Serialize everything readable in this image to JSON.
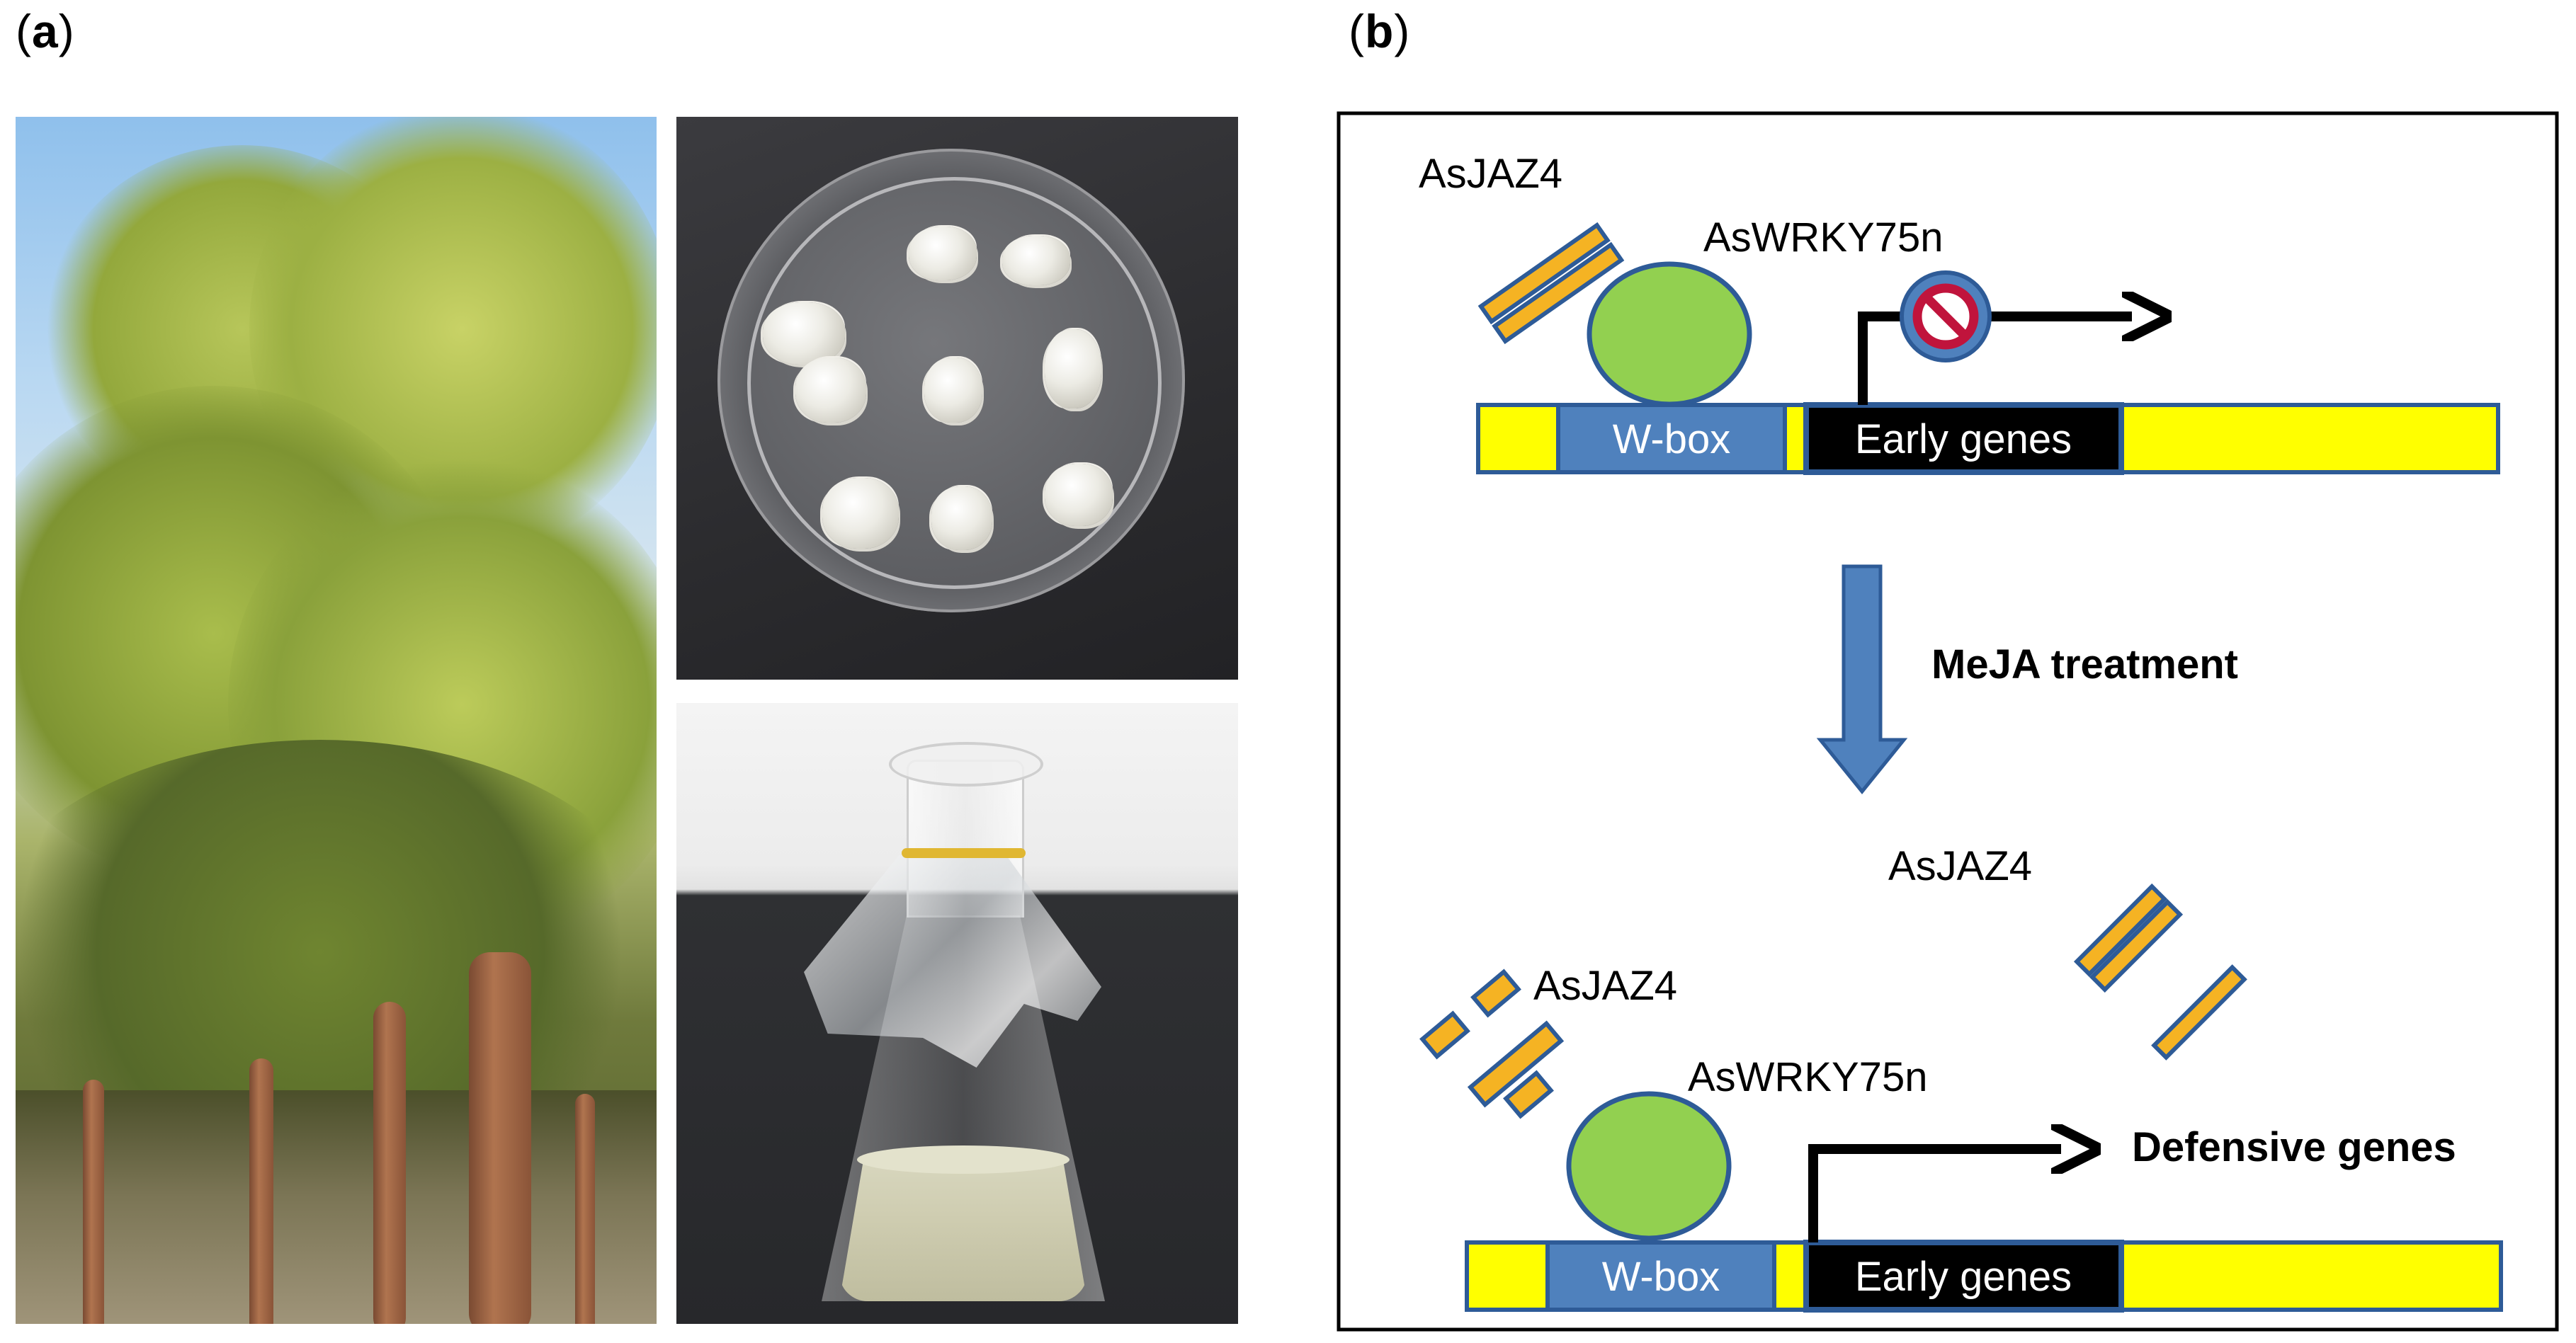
{
  "panel_a": {
    "label": "(a)",
    "label_letter": "a",
    "photos": [
      "tree-photo",
      "petri-dish-callus-photo",
      "flask-suspension-culture-photo"
    ]
  },
  "panel_b": {
    "label": "(b)",
    "label_letter": "b",
    "top": {
      "jaz_label": "AsJAZ4",
      "wrky_label": "AsWRKY75n",
      "wbox_label": "W-box",
      "early_label": "Early genes"
    },
    "treatment_label": "MeJA treatment",
    "bottom": {
      "jaz_label_right": "AsJAZ4",
      "jaz_label_left": "AsJAZ4",
      "wrky_label": "AsWRKY75n",
      "defensive_label": "Defensive genes",
      "wbox_label": "W-box",
      "early_label": "Early genes"
    },
    "colors": {
      "gene_bar": "#ffff00",
      "gene_bar_border": "#2e5b97",
      "wbox_fill": "#4f81bd",
      "early_fill": "#000000",
      "wrky_fill": "#92d050",
      "jaz_fill": "#f5b323",
      "arrow_fill": "#4f81bd",
      "block_sign": "#c0143c"
    }
  }
}
